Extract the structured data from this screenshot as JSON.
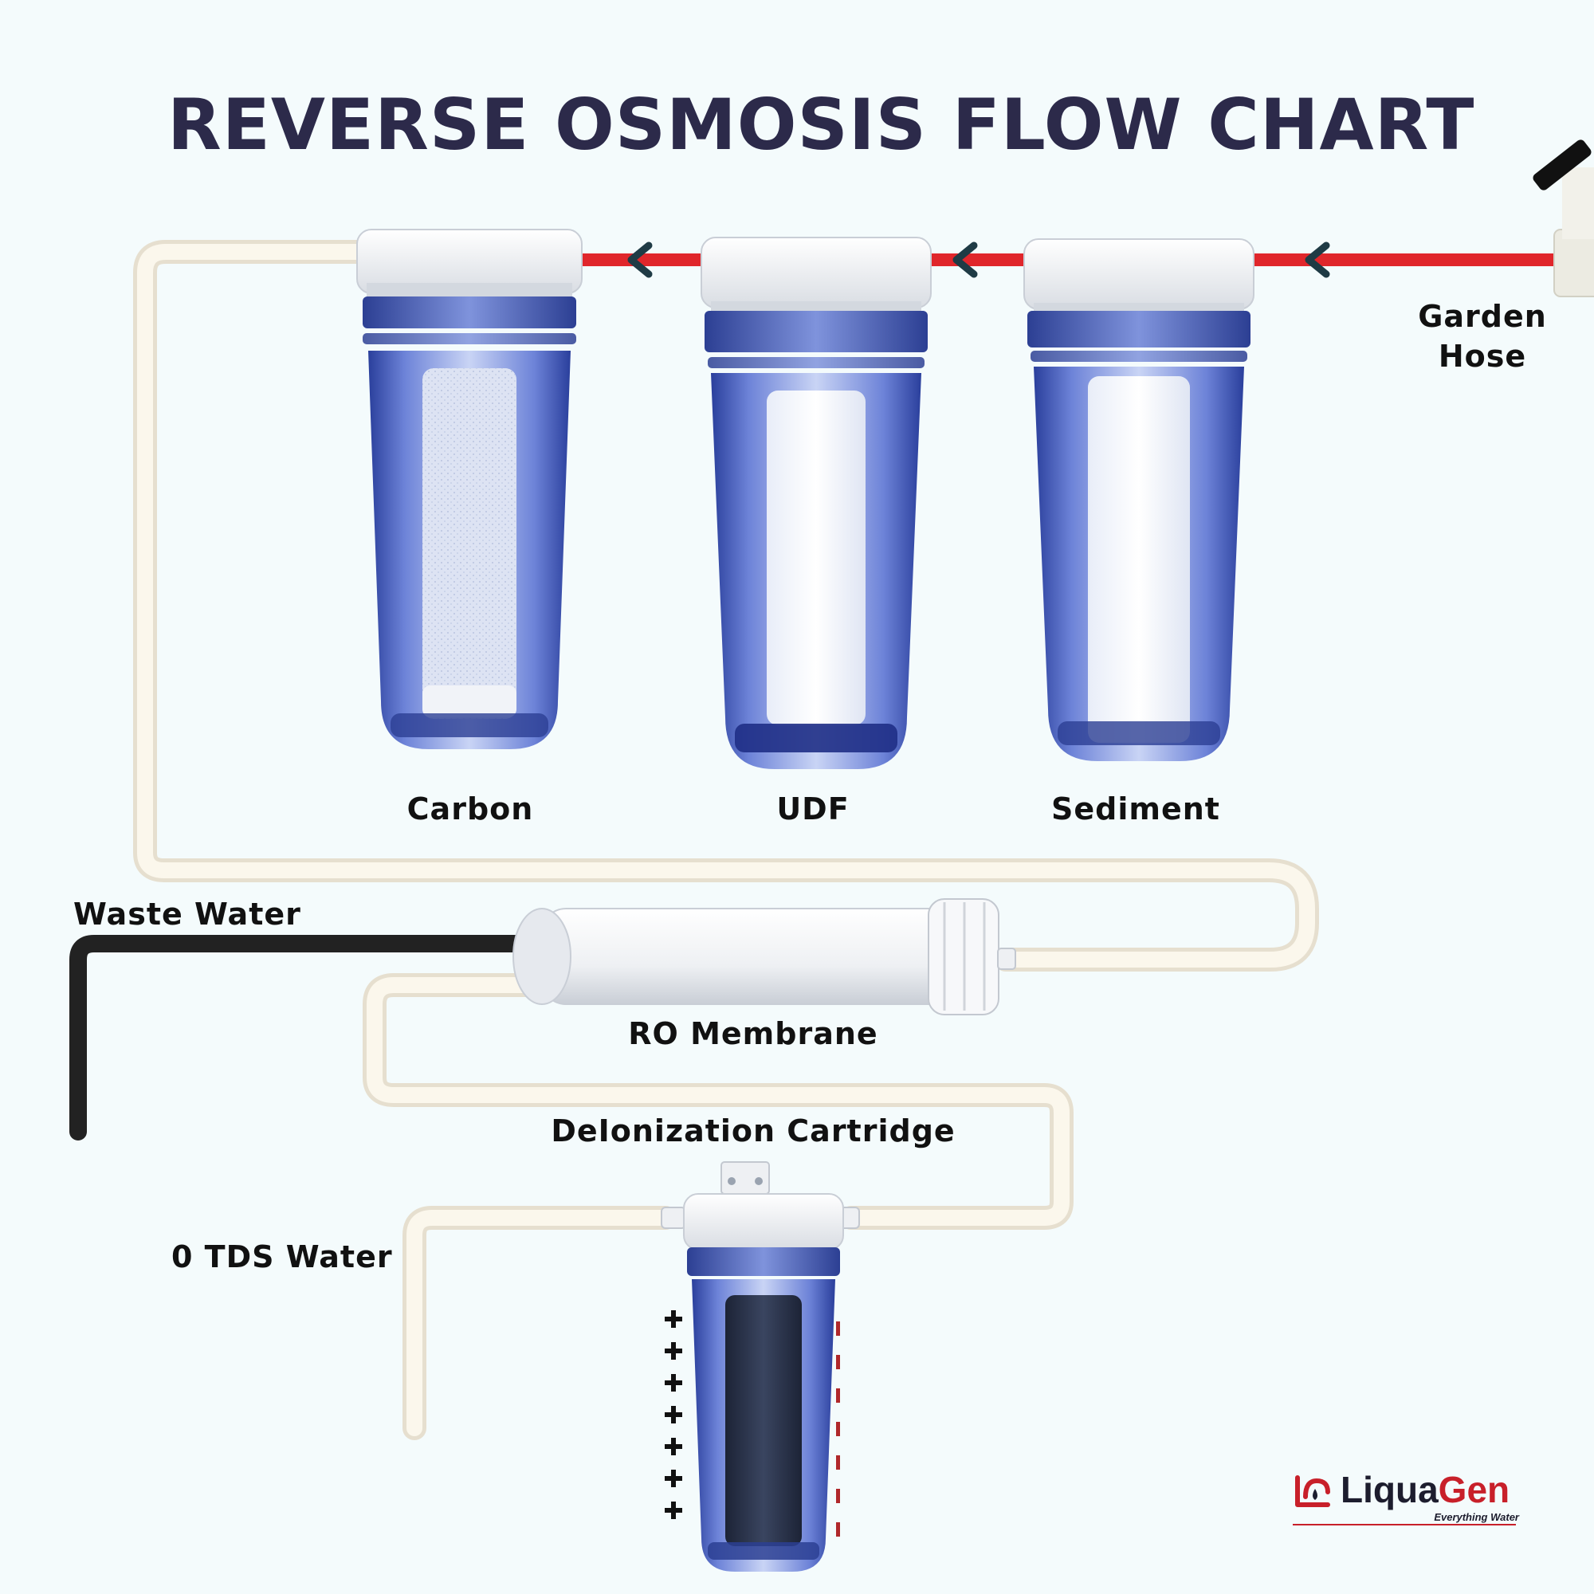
{
  "title": "REVERSE OSMOSIS FLOW CHART",
  "labels": {
    "garden_hose_line1": "Garden",
    "garden_hose_line2": "Hose",
    "carbon": "Carbon",
    "udf": "UDF",
    "sediment": "Sediment",
    "waste_water": "Waste Water",
    "ro_membrane": "RO Membrane",
    "deionization": "DeIonization Cartridge",
    "tds_water": "0 TDS Water"
  },
  "brand": {
    "name_part1": "Liqua",
    "name_part2": "Gen",
    "tagline": "Everything Water"
  },
  "colors": {
    "title": "#2c2a4a",
    "feed_line": "#e0262b",
    "flow_arrow": "#1f3b45",
    "white_tube": "#f8f3e6",
    "waste_tube": "#222222",
    "housing_blue": "#3a52b8",
    "negative_marks": "#b0282b"
  },
  "icons": {
    "flow_arrow": "chevron-left-icon",
    "positive_charge": "plus-icon",
    "negative_charge": "minus-icon",
    "faucet": "faucet-icon",
    "brand_logo": "liquagen-logo-icon"
  }
}
